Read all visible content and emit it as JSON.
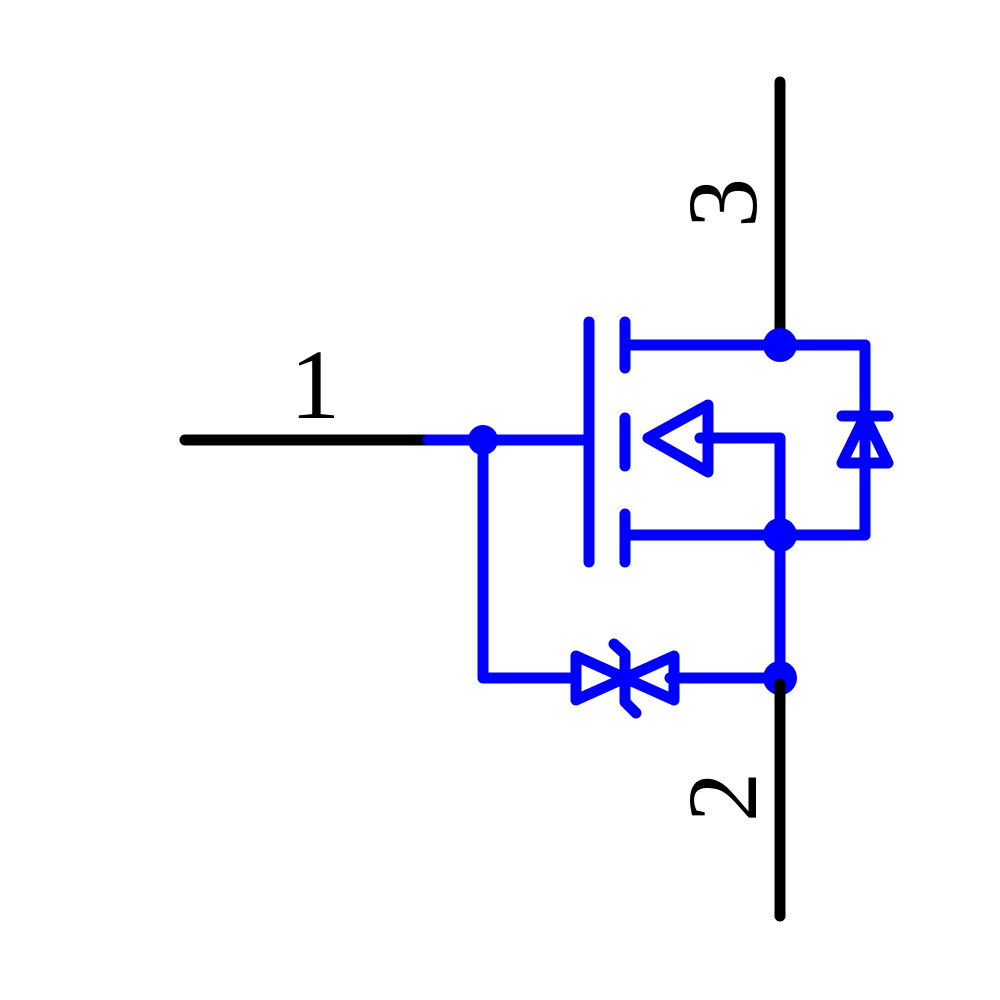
{
  "diagram": {
    "type": "schematic-symbol",
    "component": "N-channel MOSFET with body diode, parallel drain-source diode and gate-source bidirectional TVS/zener",
    "colors": {
      "pin": "#000000",
      "body": "#0000ff",
      "background": "#ffffff"
    },
    "pins": [
      {
        "number": "1",
        "role": "gate",
        "label": "1"
      },
      {
        "number": "2",
        "role": "source",
        "label": "2"
      },
      {
        "number": "3",
        "role": "drain",
        "label": "3"
      }
    ]
  }
}
